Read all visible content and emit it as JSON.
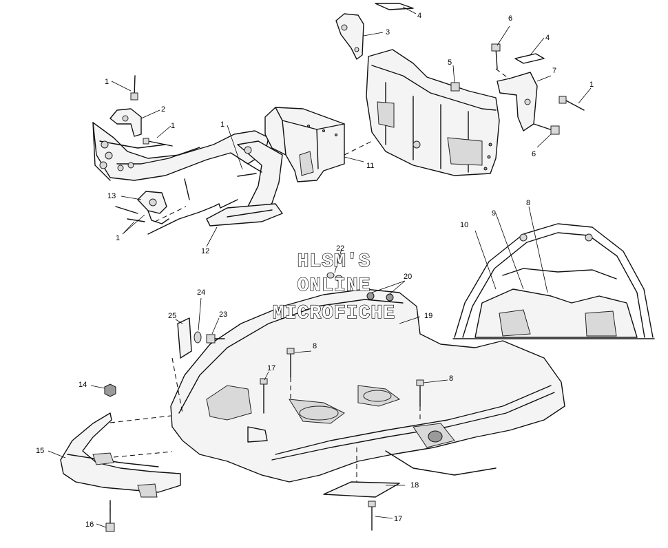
{
  "watermark": {
    "line1": "HLSM'S",
    "line2": "ONLINE",
    "line3": "MICROFICHE"
  },
  "callouts": [
    {
      "id": "c1a",
      "text": "1"
    },
    {
      "id": "c1b",
      "text": "1"
    },
    {
      "id": "c1c",
      "text": "1"
    },
    {
      "id": "c1d",
      "text": "1"
    },
    {
      "id": "c1e",
      "text": "1"
    },
    {
      "id": "c2",
      "text": "2"
    },
    {
      "id": "c3",
      "text": "3"
    },
    {
      "id": "c4a",
      "text": "4"
    },
    {
      "id": "c4b",
      "text": "4"
    },
    {
      "id": "c5",
      "text": "5"
    },
    {
      "id": "c6a",
      "text": "6"
    },
    {
      "id": "c6b",
      "text": "6"
    },
    {
      "id": "c7",
      "text": "7"
    },
    {
      "id": "c8a",
      "text": "8"
    },
    {
      "id": "c8b",
      "text": "8"
    },
    {
      "id": "c8c",
      "text": "8"
    },
    {
      "id": "c9",
      "text": "9"
    },
    {
      "id": "c10",
      "text": "10"
    },
    {
      "id": "c11",
      "text": "11"
    },
    {
      "id": "c12",
      "text": "12"
    },
    {
      "id": "c13",
      "text": "13"
    },
    {
      "id": "c14",
      "text": "14"
    },
    {
      "id": "c15",
      "text": "15"
    },
    {
      "id": "c16",
      "text": "16"
    },
    {
      "id": "c17a",
      "text": "17"
    },
    {
      "id": "c17b",
      "text": "17"
    },
    {
      "id": "c18",
      "text": "18"
    },
    {
      "id": "c19",
      "text": "19"
    },
    {
      "id": "c20",
      "text": "20"
    },
    {
      "id": "c22",
      "text": "22"
    },
    {
      "id": "c23",
      "text": "23"
    },
    {
      "id": "c24",
      "text": "24"
    },
    {
      "id": "c25",
      "text": "25"
    }
  ]
}
